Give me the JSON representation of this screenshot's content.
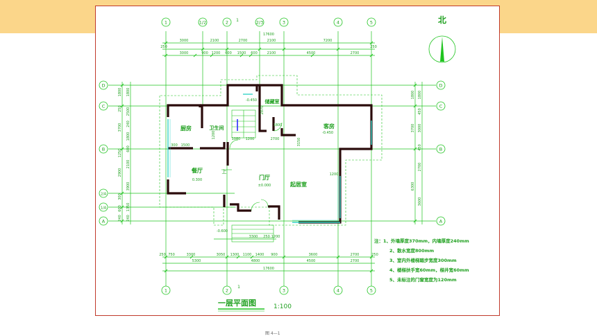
{
  "colors": {
    "banner": "#fbd68a",
    "frame": "#c0392b",
    "line": "#1fc41f",
    "wall": "#2a0b0b",
    "wallFill": "#7a2020",
    "glass": "#35d4c8",
    "text": "#1fa01f"
  },
  "axes": {
    "top": [
      "1",
      "1/2",
      "2",
      "2/3",
      "3",
      "4",
      "5"
    ],
    "bottom": [
      "1",
      "2",
      "3",
      "4",
      "5"
    ],
    "left": [
      "D",
      "C",
      "B",
      "2/A",
      "1/A",
      "A"
    ],
    "right": [
      "D",
      "C",
      "B",
      "A"
    ]
  },
  "sheet_marks": {
    "top_tick": "1",
    "bottom_tick": "1"
  },
  "dims": {
    "top_total": "17600",
    "top_row1": [
      "3000",
      "2100",
      "2700",
      "2100",
      "7200"
    ],
    "top_row2": [
      "250",
      "3000",
      "900",
      "1200",
      "600",
      "1500",
      "600",
      "2100",
      "4500",
      "2700",
      "250"
    ],
    "bottom_row1": [
      "250",
      "750",
      "3300",
      "3050",
      "1300",
      "1100",
      "1400",
      "900",
      "3600",
      "2700",
      "250"
    ],
    "bottom_row2": [
      "5300",
      "4800",
      "4500",
      "2700"
    ],
    "bottom_total": "17600",
    "bottom_stair": [
      "3300",
      "250",
      "1200"
    ],
    "left_outer": [
      "1800",
      "250",
      "3700",
      "1250",
      "2900",
      "300",
      "600",
      "240"
    ],
    "left_inner": [
      "1800",
      "2500",
      "240",
      "1800",
      "600",
      "2100",
      "3900",
      "1350",
      "240"
    ],
    "right_outer": [
      "1800",
      "3700",
      "6300"
    ],
    "right_inner": [
      "1800",
      "450",
      "3000",
      "450",
      "2700",
      "3600"
    ]
  },
  "rooms": [
    {
      "name": "厨房"
    },
    {
      "name": "卫生间"
    },
    {
      "name": "储藏室"
    },
    {
      "name": "客房",
      "level": "-0.450"
    },
    {
      "name": "餐厅",
      "level": "0.300"
    },
    {
      "name": "门厅",
      "level": "±0.000"
    },
    {
      "name": "起居室"
    }
  ],
  "annotations": {
    "stair_level": "-0.450",
    "entry_level": "-0.600",
    "up": "上",
    "n1": "3150",
    "n2": "1500",
    "n3": "2700",
    "n4": "1080",
    "n5": "1200",
    "n6": "1800",
    "n7": "300",
    "n8": "1200",
    "n9": "1200",
    "n10": "2870"
  },
  "north": "北",
  "notes": [
    "注：1、外墙厚度370mm，内墙厚度240mm",
    "2、散水宽度800mm",
    "3、室内外楼梯踏步宽度300mm",
    "4、楼梯扶手宽60mm，梯井宽60mm",
    "5、未标注的门窗宽度为120mm"
  ],
  "title": "一层平面图",
  "scale": "1:100",
  "caption": "图 4—1"
}
